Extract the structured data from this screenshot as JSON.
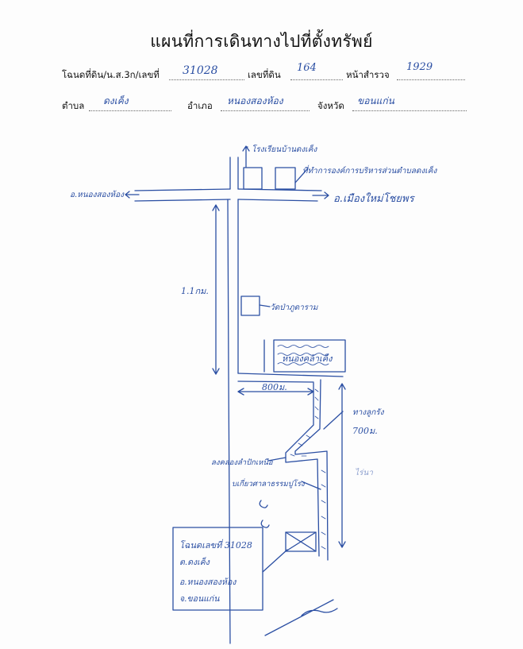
{
  "title": "แผนที่การเดินทางไปที่ตั้งทรัพย์",
  "form": {
    "deed_label": "โฉนดที่ดิน/น.ส.3ก/เลขที่",
    "deed_value": "31028",
    "land_no_label": "เลขที่ดิน",
    "land_no_value": "164",
    "survey_page_label": "หน้าสำรวจ",
    "survey_page_value": "1929",
    "subdistrict_label": "ตำบล",
    "subdistrict_value": "ดงเค็ง",
    "district_label": "อำเภอ",
    "district_value": "หนองสองห้อง",
    "province_label": "จังหวัด",
    "province_value": "ขอนแก่น"
  },
  "map": {
    "school_label": "โรงเรียนบ้านดงเค็ง",
    "sao_label": "ที่ทำการองค์การบริหารส่วนตำบลดงเค็ง",
    "left_road_label": "อ.หนองสองห้อง",
    "right_road_label": "อ.เมืองใหม่โชยพร",
    "distance_vertical": "1.1กม.",
    "temple_label": "วัดป่าภูดาราม",
    "pond_label": "หนองคล้าเค็ง",
    "distance_horizontal": "800ม.",
    "canal_label": "ทางลูกรัง",
    "distance_canal": "700ม.",
    "canal_mouth_label": "ลงคลองลำปักเหนือ",
    "canal_bridge_label": "บเกี่ยวศาลาธรรมปูโรง",
    "rice_label": "ไร่นา",
    "info_box": {
      "line1": "โฉนดเลขที่ 31028",
      "line2": "ต.ดงเค็ง",
      "line3": "อ.หนองสองห้อง",
      "line4": "จ.ขอนแก่น"
    }
  },
  "colors": {
    "ink": "#2b4fa3",
    "print": "#111111"
  }
}
